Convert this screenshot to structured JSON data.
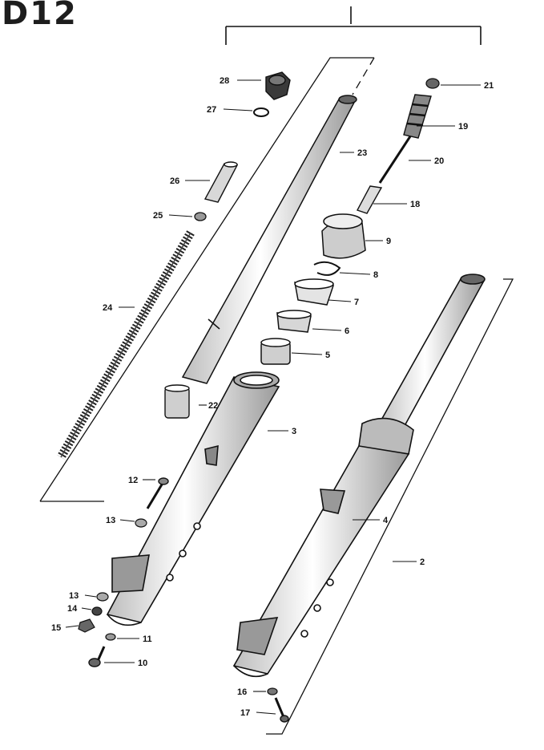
{
  "header_code": "D12",
  "callouts": [
    {
      "id": "2",
      "text": "2"
    },
    {
      "id": "3",
      "text": "3"
    },
    {
      "id": "4",
      "text": "4"
    },
    {
      "id": "5",
      "text": "5"
    },
    {
      "id": "6",
      "text": "6"
    },
    {
      "id": "7",
      "text": "7"
    },
    {
      "id": "8",
      "text": "8"
    },
    {
      "id": "9",
      "text": "9"
    },
    {
      "id": "10",
      "text": "10"
    },
    {
      "id": "11",
      "text": "11"
    },
    {
      "id": "12",
      "text": "12"
    },
    {
      "id": "13a",
      "text": "13"
    },
    {
      "id": "13b",
      "text": "13"
    },
    {
      "id": "14",
      "text": "14"
    },
    {
      "id": "15",
      "text": "15"
    },
    {
      "id": "16",
      "text": "16"
    },
    {
      "id": "17",
      "text": "17"
    },
    {
      "id": "18",
      "text": "18"
    },
    {
      "id": "19",
      "text": "19"
    },
    {
      "id": "20",
      "text": "20"
    },
    {
      "id": "21",
      "text": "21"
    },
    {
      "id": "22",
      "text": "22"
    },
    {
      "id": "23",
      "text": "23"
    },
    {
      "id": "24",
      "text": "24"
    },
    {
      "id": "25",
      "text": "25"
    },
    {
      "id": "26",
      "text": "26"
    },
    {
      "id": "27",
      "text": "27"
    },
    {
      "id": "28",
      "text": "28"
    }
  ]
}
